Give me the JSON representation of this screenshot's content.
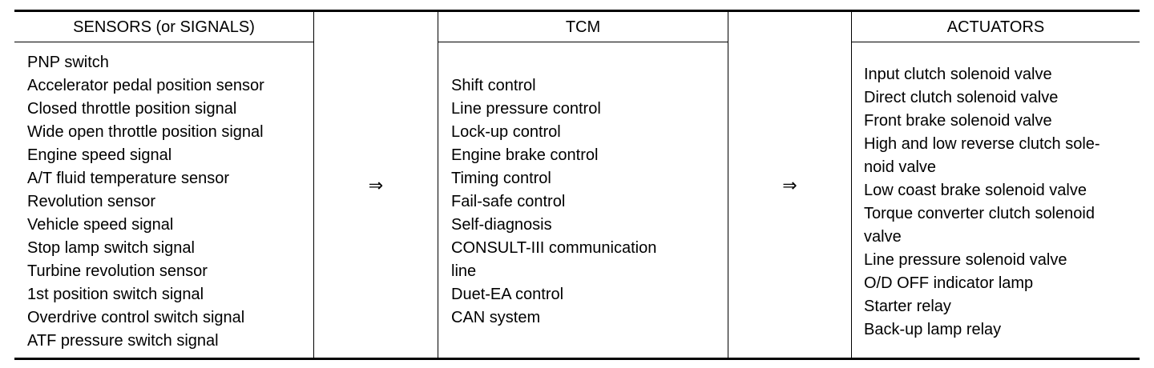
{
  "headers": {
    "sensors": "SENSORS (or SIGNALS)",
    "tcm": "TCM",
    "actuators": "ACTUATORS"
  },
  "arrow": "⇒",
  "sensors": [
    "PNP switch",
    "Accelerator pedal position sensor",
    "Closed throttle position signal",
    "Wide open throttle position signal",
    "Engine speed signal",
    "A/T fluid temperature sensor",
    "Revolution sensor",
    "Vehicle speed signal",
    "Stop lamp switch signal",
    "Turbine revolution sensor",
    "1st position switch signal",
    "Overdrive control switch signal",
    "ATF pressure switch signal"
  ],
  "tcm": [
    "Shift control",
    "Line pressure control",
    "Lock-up control",
    "Engine brake control",
    "Timing control",
    "Fail-safe control",
    "Self-diagnosis",
    "CONSULT-III communication",
    "line",
    "Duet-EA control",
    "CAN system"
  ],
  "actuators": [
    "Input clutch solenoid valve",
    "Direct clutch solenoid valve",
    "Front brake solenoid valve",
    "High and low reverse clutch sole-",
    "noid valve",
    "Low coast brake solenoid valve",
    "Torque converter clutch solenoid",
    "valve",
    "Line pressure solenoid valve",
    "O/D OFF indicator lamp",
    "Starter relay",
    "Back-up lamp relay"
  ]
}
